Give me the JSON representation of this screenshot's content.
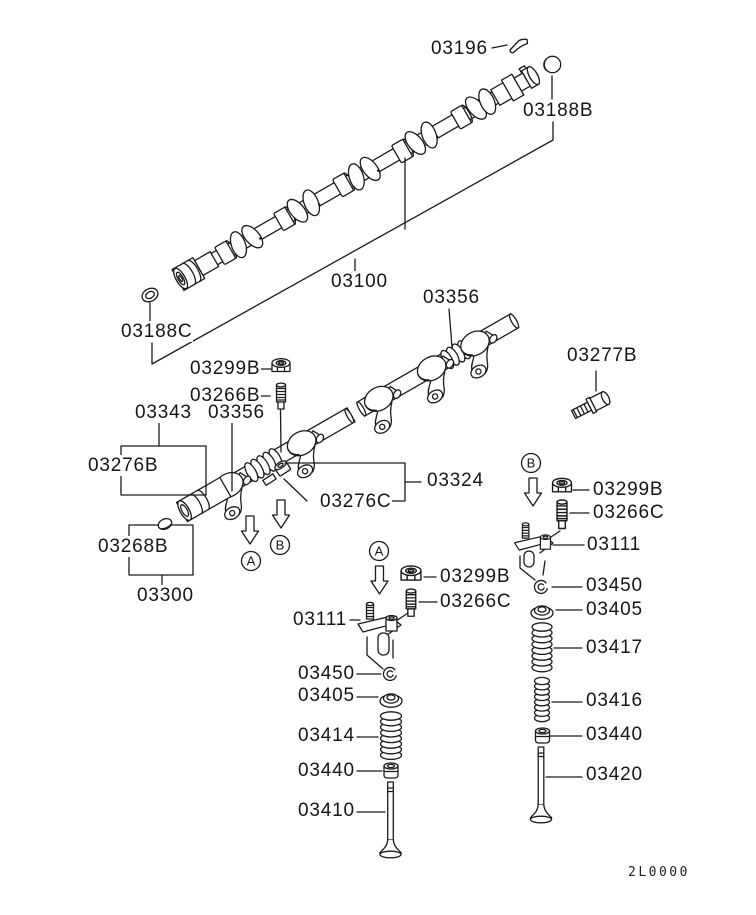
{
  "diagram": {
    "code": "2L0000",
    "ink": "#1b1b1b",
    "background": "#ffffff",
    "section_markers": {
      "a": "A",
      "b": "B"
    },
    "labels": {
      "camshaft_key": "03196",
      "cam_cap_rear": "03188B",
      "camshaft": "03100",
      "cam_seal_front": "03188C",
      "rocker_arm_top": "03356",
      "flange_bolt": "03277B",
      "nut_left": "03299B",
      "stud_left": "03266B",
      "shaft_spring": "03343",
      "rocker_arm_left": "03356",
      "spring_front": "03276B",
      "adjusting_nut": "03276C",
      "rocker_shaft_rear": "03324",
      "cap_front": "03268B",
      "rocker_shaft_front": "03300",
      "nut_a": "03299B",
      "stud_a": "03266C",
      "adjuster_a": "03111",
      "retainer_lock_a": "03450",
      "spring_seat_a": "03405",
      "valve_spring_a": "03414",
      "stem_seal_a": "03440",
      "valve_a": "03410",
      "nut_b": "03299B",
      "stud_b": "03266C",
      "adjuster_b": "03111",
      "retainer_lock_b": "03450",
      "spring_seat_b": "03405",
      "valve_spring_outer_b": "03417",
      "valve_spring_inner_b": "03416",
      "stem_seal_b": "03440",
      "valve_b": "03420"
    }
  }
}
